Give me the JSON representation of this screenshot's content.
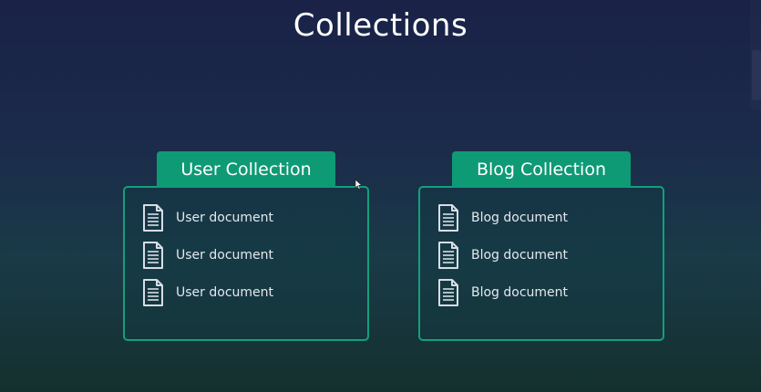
{
  "page": {
    "title": "Collections"
  },
  "collections": [
    {
      "name": "User Collection",
      "documents": [
        "User document",
        "User document",
        "User document"
      ]
    },
    {
      "name": "Blog Collection",
      "documents": [
        "Blog document",
        "Blog document",
        "Blog document"
      ]
    }
  ],
  "icons": {
    "document": "document-icon"
  },
  "colors": {
    "accent": "#0f9a76",
    "border": "#12a07c",
    "background_top": "#1a2247",
    "background_bottom": "#14302e"
  }
}
